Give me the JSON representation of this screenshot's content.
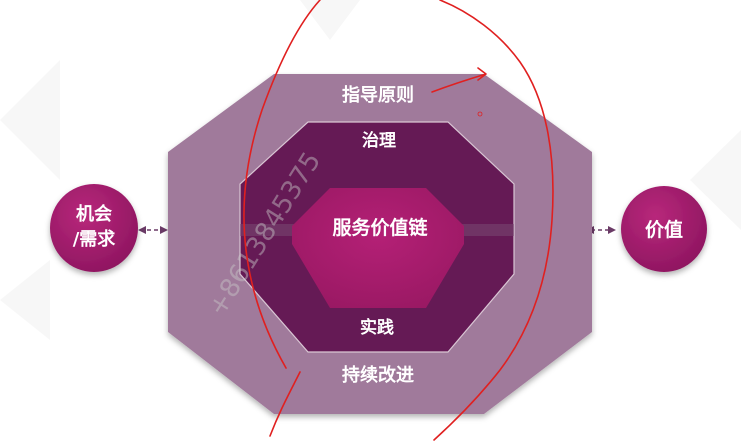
{
  "diagram": {
    "outer_label": "指导原则",
    "ring2_top_label": "治理",
    "center_label": "服务价值链",
    "ring2_bottom_label": "实践",
    "outer_bottom_label": "持续改进",
    "left_circle_line1": "机会",
    "left_circle_line2": "/需求",
    "right_circle_label": "价值"
  },
  "watermark": {
    "text": "+8613845375"
  },
  "colors": {
    "outer_hexagon": "#a07a9b",
    "middle_hexagon": "#651a55",
    "inner_hexagon": "#a6196c",
    "circles": "#a01a6a",
    "annotation": "#e02020",
    "connector": "#6a3a66"
  }
}
